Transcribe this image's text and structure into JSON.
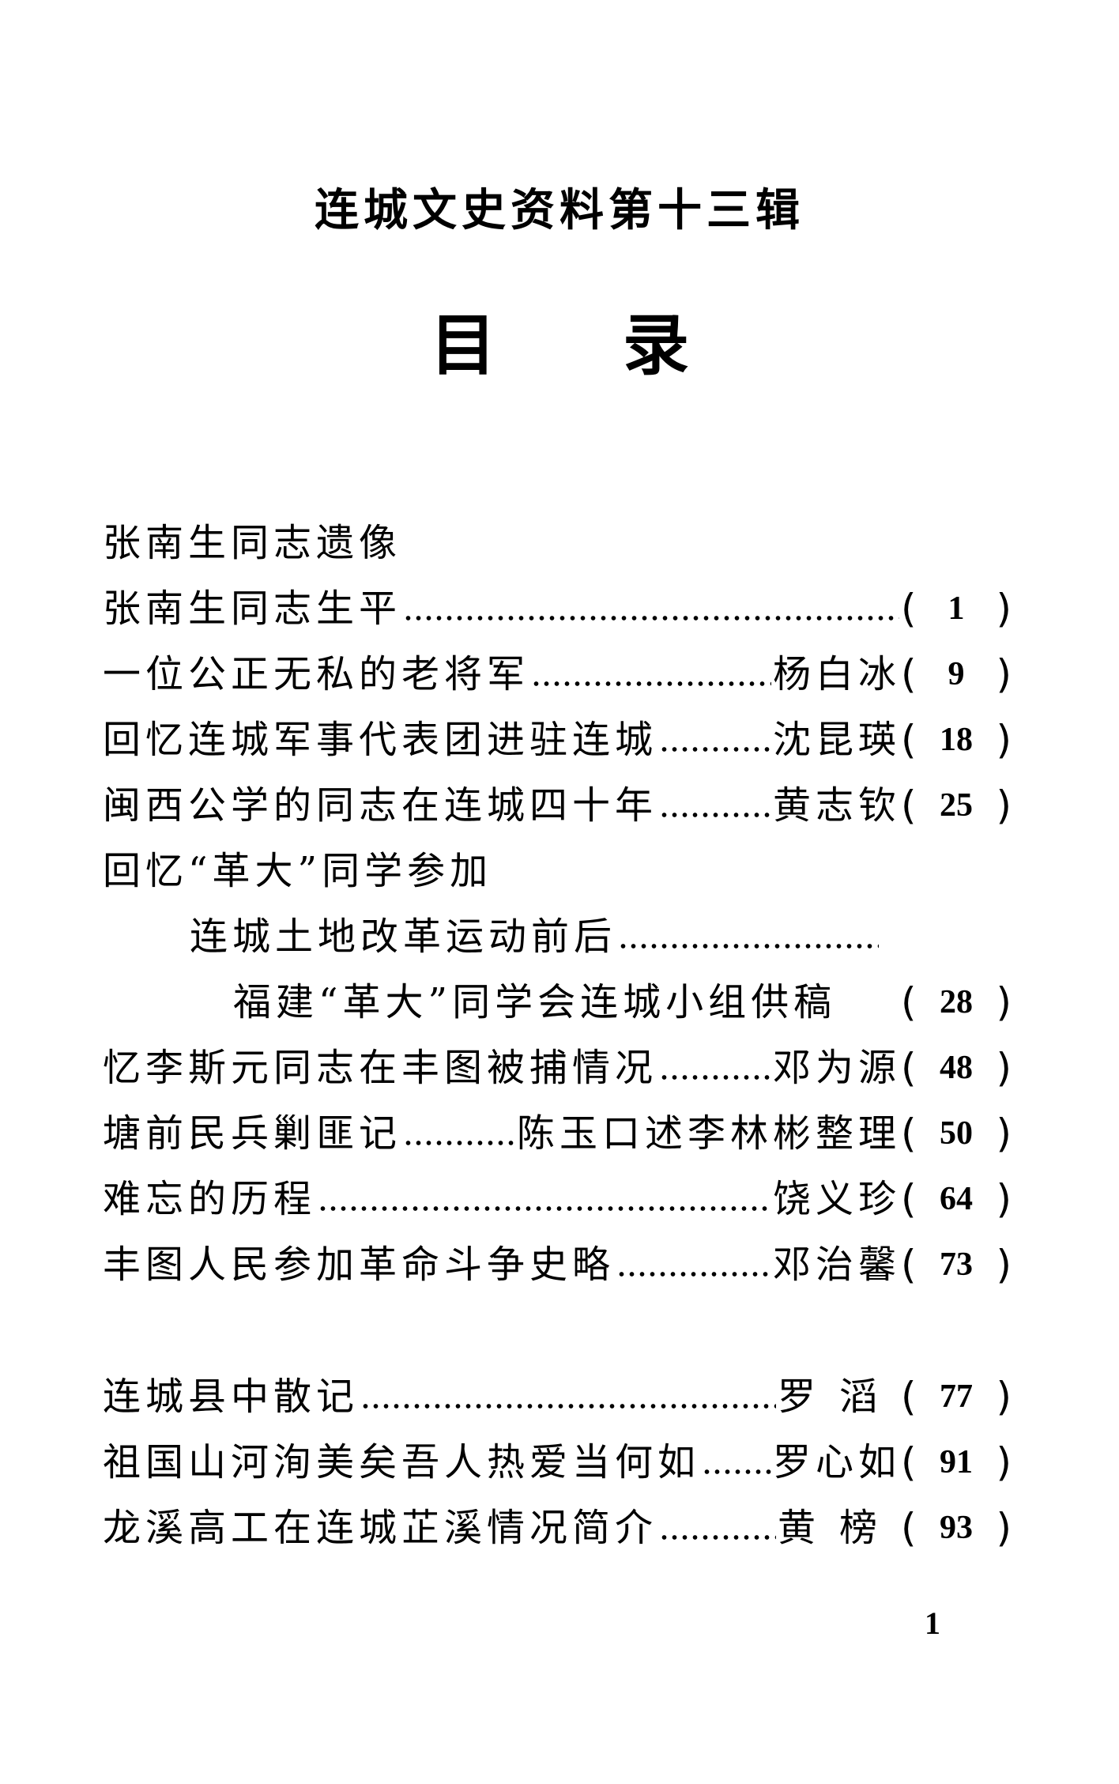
{
  "series_title": "连城文史资料第十三辑",
  "heading": {
    "char1": "目",
    "char2": "录"
  },
  "toc": {
    "open_paren": "(",
    "close_paren": ")",
    "entries": [
      {
        "title": "张南生同志遗像"
      },
      {
        "title": "张南生同志生平",
        "page": "1"
      },
      {
        "title": "一位公正无私的老将军",
        "author": "杨白冰",
        "page": "9"
      },
      {
        "title": "回忆连城军事代表团进驻连城",
        "author": "沈昆瑛",
        "page": "18"
      },
      {
        "title": "闽西公学的同志在连城四十年",
        "author": "黄志钦",
        "page": "25"
      },
      {
        "title": "回忆“革大”同学参加"
      },
      {
        "title": "连城土地改革运动前后"
      },
      {
        "title": "福建“革大”同学会连城小组供稿",
        "page": "28"
      },
      {
        "title": "忆李斯元同志在丰图被捕情况",
        "author": "邓为源",
        "page": "48"
      },
      {
        "title": "塘前民兵剿匪记",
        "author": "陈玉口述李林彬整理",
        "page": "50"
      },
      {
        "title": "难忘的历程",
        "author": "饶义珍",
        "page": "64"
      },
      {
        "title": "丰图人民参加革命斗争史略",
        "author": "邓治馨",
        "page": "73"
      },
      {
        "title": "连城县中散记",
        "author": "罗滔",
        "page": "77"
      },
      {
        "title": "祖国山河洵美矣吾人热爱当何如",
        "author": "罗心如",
        "page": "91"
      },
      {
        "title": "龙溪高工在连城芷溪情况简介",
        "author": "黄榜",
        "page": "93"
      }
    ]
  },
  "folio": "1"
}
